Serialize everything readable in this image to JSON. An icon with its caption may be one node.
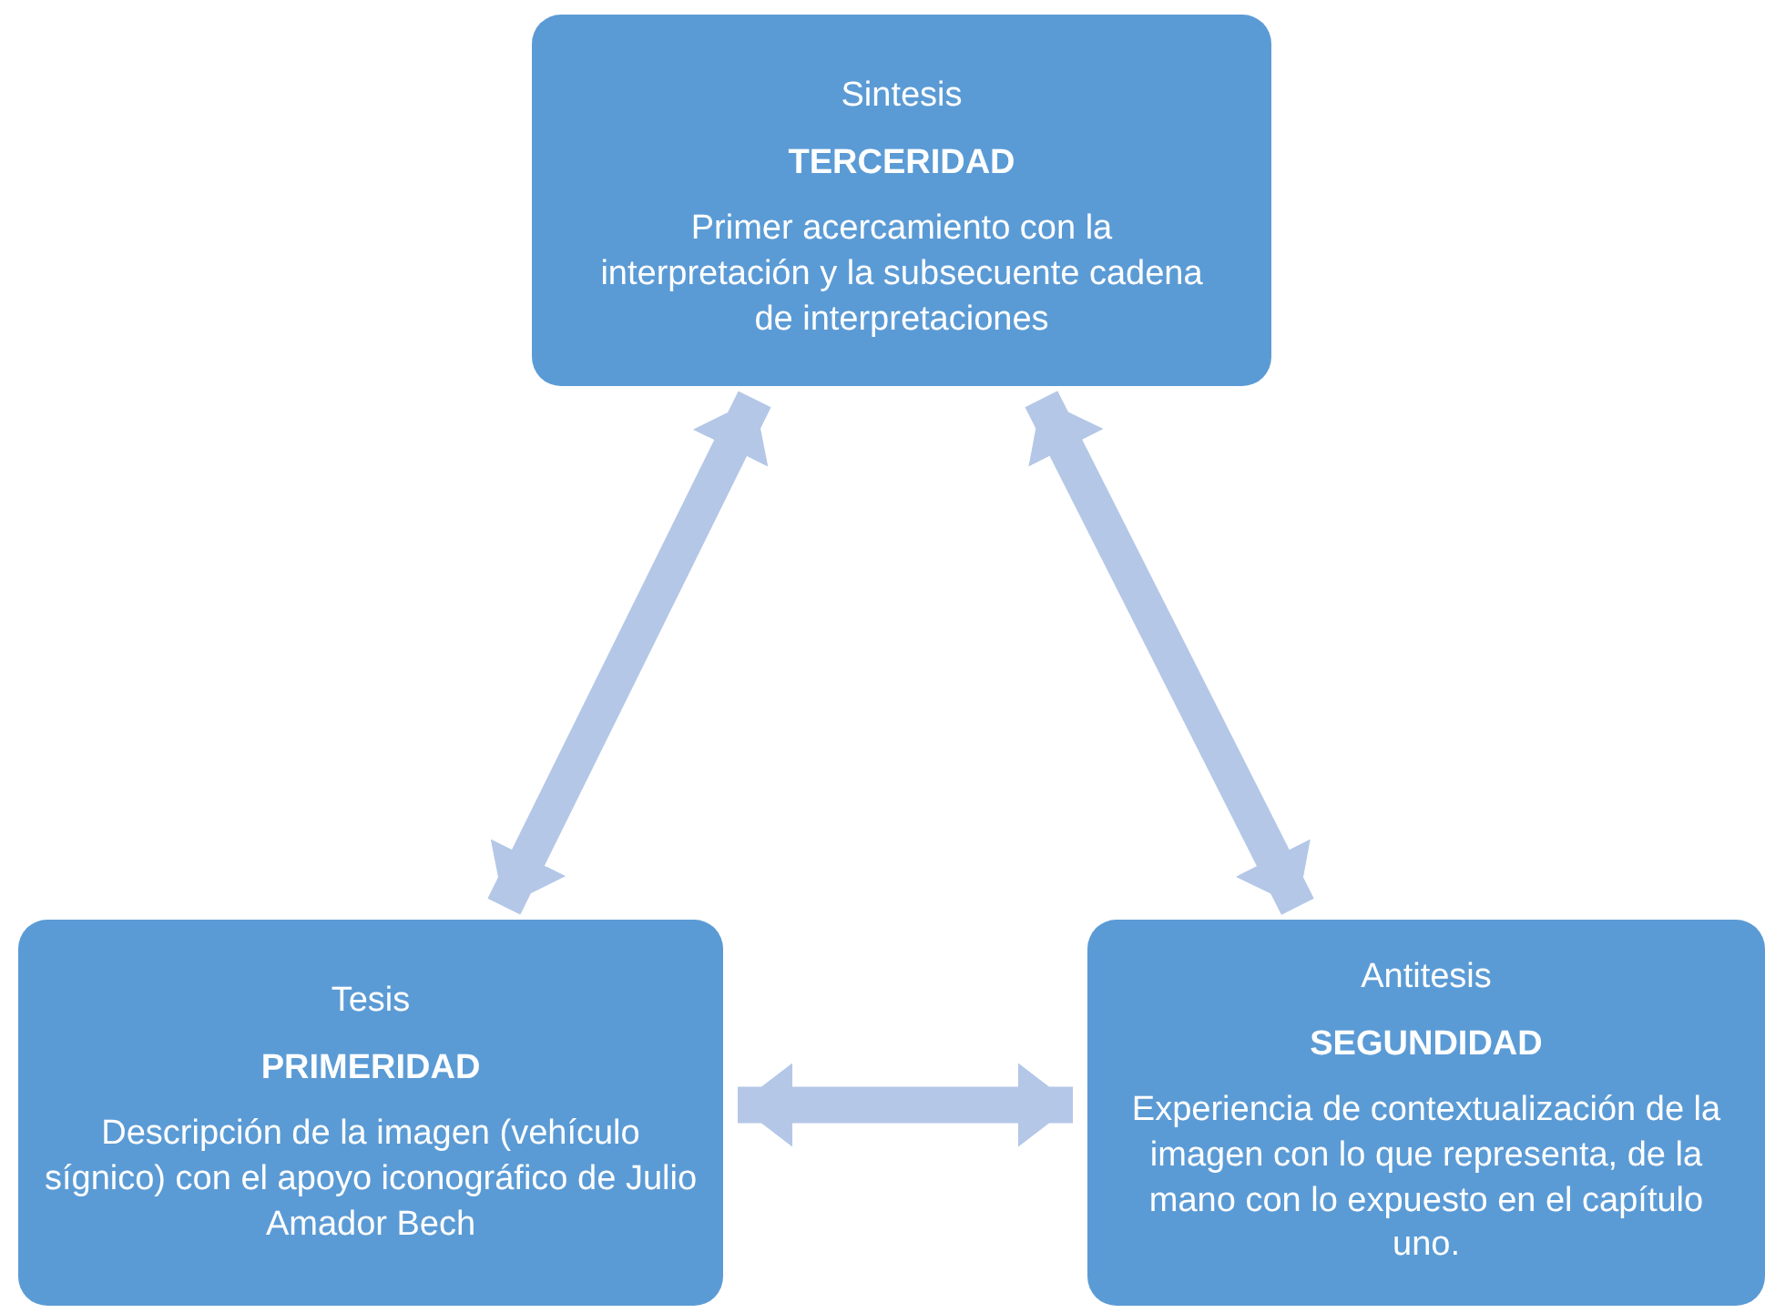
{
  "diagram": {
    "nodes": [
      {
        "text": [
          "Sintesis",
          "TERCERIDAD",
          "Primer acercamiento con la interpretación y la subsecuente cadena de interpretaciones"
        ]
      },
      {
        "text": [
          "Tesis",
          "PRIMERIDAD",
          "Descripción de la imagen (vehículo sígnico) con el apoyo iconográfico de Julio Amador Bech"
        ]
      },
      {
        "text": [
          "Antitesis",
          "SEGUNDIDAD",
          "Experiencia de contextualización de la imagen con lo que representa, de la mano con lo expuesto en el capítulo uno."
        ]
      }
    ],
    "edges": [
      {
        "from": 0,
        "to": 1,
        "arrow": "both"
      },
      {
        "from": 0,
        "to": 2,
        "arrow": "both"
      },
      {
        "from": 1,
        "to": 2,
        "arrow": "both"
      }
    ]
  }
}
